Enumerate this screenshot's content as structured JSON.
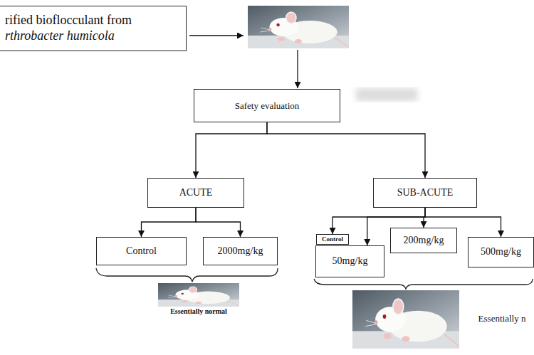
{
  "diagram": {
    "nodes": [
      {
        "text": [
          "rified bioflocculant from",
          "rthrobacter humicola"
        ]
      },
      {
        "text": [
          "Safety evaluation"
        ]
      },
      {
        "text": [
          "ACUTE"
        ]
      },
      {
        "text": [
          "SUB-ACUTE"
        ]
      },
      {
        "text": [
          "Control"
        ]
      },
      {
        "text": [
          "2000mg/kg"
        ]
      },
      {
        "text": [
          "Control"
        ]
      },
      {
        "text": [
          "50mg/kg"
        ]
      },
      {
        "text": [
          "200mg/kg"
        ]
      },
      {
        "text": [
          "500mg/kg"
        ]
      }
    ],
    "edges": [
      {
        "from": 1,
        "to": 2,
        "arrow": "to"
      },
      {
        "from": 1,
        "to": 3,
        "arrow": "to"
      },
      {
        "from": 2,
        "to": 4,
        "arrow": "to"
      },
      {
        "from": 2,
        "to": 5,
        "arrow": "to"
      },
      {
        "from": 3,
        "to": 6,
        "arrow": "to"
      },
      {
        "from": 3,
        "to": 7,
        "arrow": "to"
      },
      {
        "from": 3,
        "to": 8,
        "arrow": "to"
      },
      {
        "from": 3,
        "to": 9,
        "arrow": "to"
      }
    ],
    "labels": [
      "Essentially normal",
      "Essentially n"
    ]
  }
}
